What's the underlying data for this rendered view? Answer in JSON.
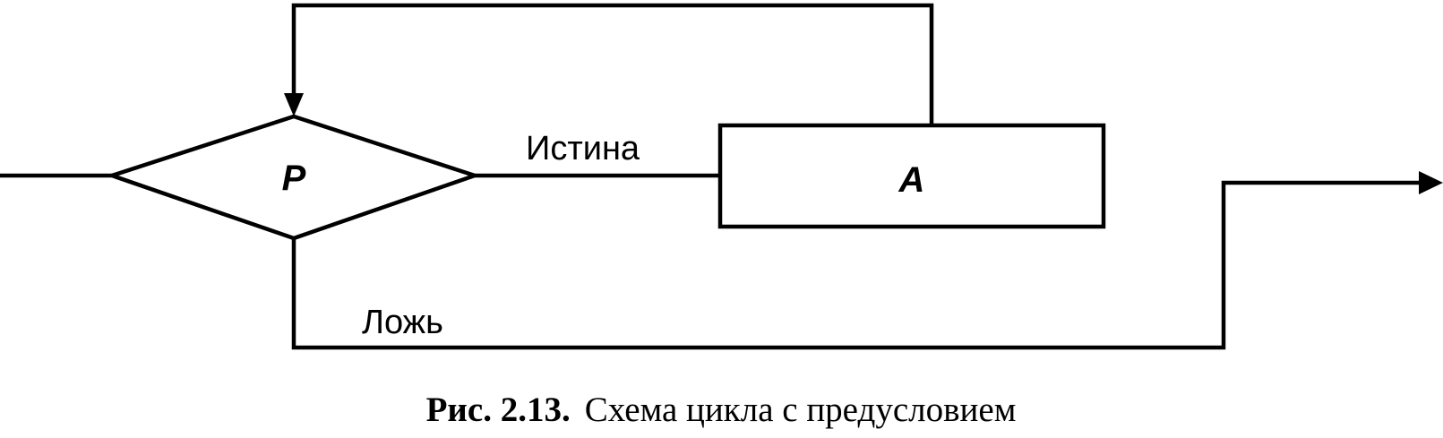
{
  "diagram": {
    "condition": {
      "label": "P"
    },
    "action": {
      "label": "A"
    },
    "edges": {
      "true_label": "Истина",
      "false_label": "Ложь"
    }
  },
  "caption": {
    "number": "Рис. 2.13.",
    "text": "Схема цикла с предусловием"
  }
}
